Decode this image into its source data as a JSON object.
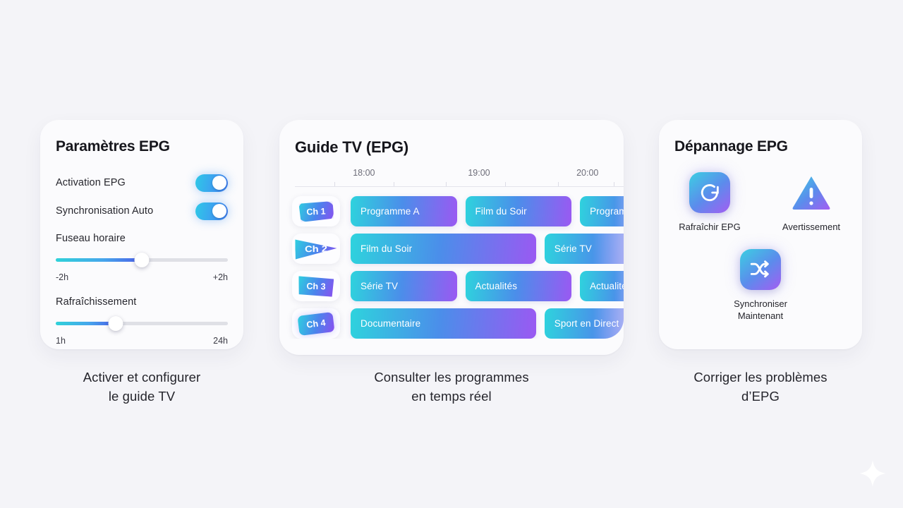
{
  "theme": {
    "background": "#f4f4f8",
    "panel_bg": "#fbfbfd",
    "accent_cyan": "#2ed3dd",
    "accent_blue": "#4b8eea",
    "accent_purple": "#9a59f2",
    "text": "#25252c"
  },
  "settings_panel": {
    "title": "Paramètres EPG",
    "toggles": [
      {
        "label": "Activation EPG",
        "state": "on"
      },
      {
        "label": "Synchronisation Auto",
        "state": "on"
      }
    ],
    "sliders": [
      {
        "title": "Fuseau horaire",
        "min_label": "-2h",
        "max_label": "+2h",
        "value_percent": 50
      },
      {
        "title": "Rafraîchissement",
        "min_label": "1h",
        "max_label": "24h",
        "value_percent": 35
      }
    ]
  },
  "epg_panel": {
    "title": "Guide TV (EPG)",
    "times": [
      "18:00",
      "19:00",
      "20:00"
    ],
    "time_positions_percent": [
      21,
      56,
      89
    ],
    "tick_positions_percent": [
      12,
      30,
      46,
      64,
      80,
      97
    ],
    "rows": [
      {
        "channel": "Ch 1",
        "programs": [
          {
            "label": "Programme A",
            "left_percent": 0,
            "width_percent": 39,
            "clipped": false
          },
          {
            "label": "Film du Soir",
            "left_percent": 42,
            "width_percent": 39,
            "clipped": false
          },
          {
            "label": "Programme C",
            "left_percent": 84,
            "width_percent": 30,
            "clipped": true
          }
        ]
      },
      {
        "channel": "Ch 2",
        "programs": [
          {
            "label": "Film du Soir",
            "left_percent": 0,
            "width_percent": 68,
            "clipped": false
          },
          {
            "label": "Série TV",
            "left_percent": 71,
            "width_percent": 42,
            "clipped": true
          }
        ]
      },
      {
        "channel": "Ch 3",
        "programs": [
          {
            "label": "Série TV",
            "left_percent": 0,
            "width_percent": 39,
            "clipped": false
          },
          {
            "label": "Actualités",
            "left_percent": 42,
            "width_percent": 39,
            "clipped": false
          },
          {
            "label": "Actualités",
            "left_percent": 84,
            "width_percent": 30,
            "clipped": true
          }
        ]
      },
      {
        "channel": "Ch 4",
        "programs": [
          {
            "label": "Documentaire",
            "left_percent": 0,
            "width_percent": 68,
            "clipped": false
          },
          {
            "label": "Sport en Direct",
            "left_percent": 71,
            "width_percent": 42,
            "clipped": true
          }
        ]
      }
    ]
  },
  "troubleshoot_panel": {
    "title": "Dépannage EPG",
    "tools": [
      {
        "label": "Rafraîchir EPG",
        "icon": "refresh-icon"
      },
      {
        "label": "Avertissement",
        "icon": "warning-triangle-icon"
      },
      {
        "label": "Synchroniser\nMaintenant",
        "icon": "shuffle-icon"
      }
    ]
  },
  "captions": {
    "left": "Activer et configurer\nle guide TV",
    "middle": "Consulter les programmes\nen temps réel",
    "right": "Corriger les problèmes\nd’EPG"
  },
  "decoration": {
    "sparkle": "sparkle-icon"
  }
}
